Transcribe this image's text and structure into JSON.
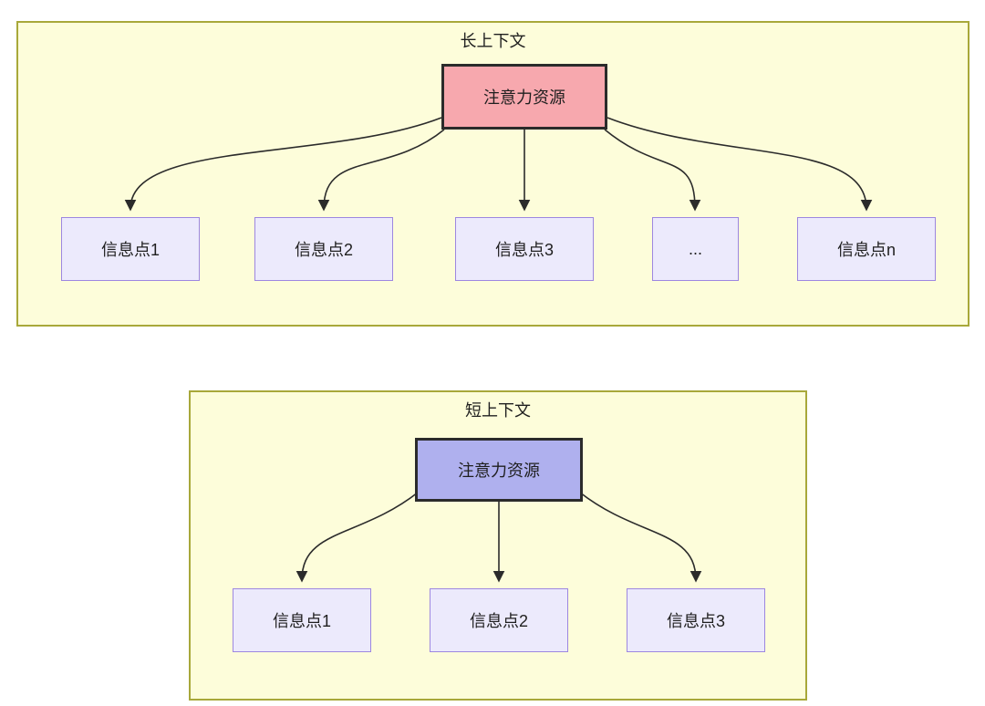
{
  "diagrams": [
    {
      "title": "长上下文",
      "root_label": "注意力资源",
      "nodes": [
        {
          "label": "信息点1"
        },
        {
          "label": "信息点2"
        },
        {
          "label": "信息点3"
        },
        {
          "label": "..."
        },
        {
          "label": "信息点n"
        }
      ]
    },
    {
      "title": "短上下文",
      "root_label": "注意力资源",
      "nodes": [
        {
          "label": "信息点1"
        },
        {
          "label": "信息点2"
        },
        {
          "label": "信息点3"
        }
      ]
    }
  ],
  "colors": {
    "panel-fill": "#FDFDDA",
    "panel-border": "#A8A83A",
    "root-long-fill": "#F7A8AE",
    "root-short-fill": "#AFB0EE",
    "root-border": "#2B2B2B",
    "node-fill": "#ECEAFC",
    "node-border": "#9D87E0",
    "arrow": "#2B2B2B",
    "text": "#1F1F1F"
  }
}
